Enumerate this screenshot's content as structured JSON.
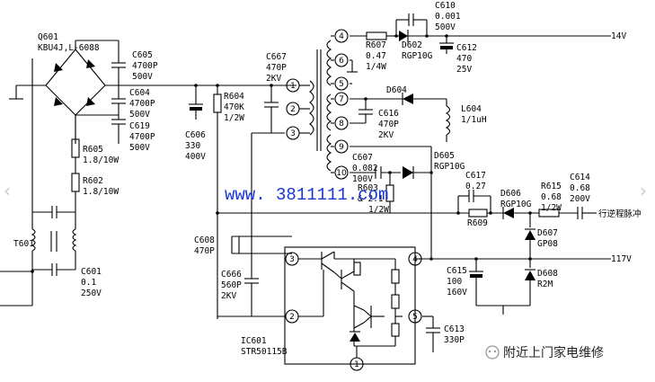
{
  "components": {
    "q601": {
      "ref": "Q601",
      "part": "KBU4J,L-6088"
    },
    "c605": {
      "ref": "C605",
      "v1": "4700P",
      "v2": "500V"
    },
    "c604": {
      "ref": "C604",
      "v1": "4700P",
      "v2": "500V"
    },
    "c619": {
      "ref": "C619",
      "v1": "4700P",
      "v2": "500V"
    },
    "c606": {
      "ref": "C606",
      "v1": "330",
      "v2": "400V"
    },
    "r604": {
      "ref": "R604",
      "v1": "470K",
      "v2": "1/2W"
    },
    "c667": {
      "ref": "C667",
      "v1": "470P",
      "v2": "2KV"
    },
    "r605": {
      "ref": "R605",
      "v1": "1.8/10W"
    },
    "r602": {
      "ref": "R602",
      "v1": "1.8/10W"
    },
    "t601": {
      "ref": "T601"
    },
    "c601": {
      "ref": "C601",
      "v1": "0.1",
      "v2": "250V"
    },
    "c608": {
      "ref": "C608",
      "v1": "470P"
    },
    "c666": {
      "ref": "C666",
      "v1": "560P",
      "v2": "2KV"
    },
    "ic601": {
      "ref": "IC601",
      "part": "STR50115B"
    },
    "c610": {
      "ref": "C610",
      "v1": "0.001",
      "v2": "500V"
    },
    "r607": {
      "ref": "R607",
      "v1": "0.47",
      "v2": "1/4W"
    },
    "d602": {
      "ref": "D602",
      "part": "RGP10G"
    },
    "c612": {
      "ref": "C612",
      "v1": "470",
      "v2": "25V"
    },
    "d604": {
      "ref": "D604"
    },
    "l604": {
      "ref": "L604",
      "v1": "1/1uH"
    },
    "c616": {
      "ref": "C616",
      "v1": "470P",
      "v2": "2KV"
    },
    "c607": {
      "ref": "C607",
      "v1": "0.082",
      "v2": "100V"
    },
    "d605": {
      "ref": "D605",
      "part": "RGP10G"
    },
    "r603": {
      "ref": "R603",
      "v1": "& 2.1",
      "v2": "1/2W"
    },
    "c617": {
      "ref": "C617",
      "v1": "0.27"
    },
    "d606": {
      "ref": "D606",
      "part": "RGP10G"
    },
    "r615": {
      "ref": "R615",
      "v1": "0.68",
      "v2": "1/2W"
    },
    "c614": {
      "ref": "C614",
      "v1": "0.68",
      "v2": "200V"
    },
    "r609": {
      "ref": "R609"
    },
    "d607": {
      "ref": "D607",
      "part": "GP08"
    },
    "c615": {
      "ref": "C615",
      "v1": "100",
      "v2": "160V"
    },
    "d608": {
      "ref": "D608",
      "part": "R2M"
    },
    "c613": {
      "ref": "C613",
      "v1": "330P"
    }
  },
  "transformer_pins": [
    "1",
    "2",
    "3",
    "4",
    "5",
    "6",
    "7",
    "8",
    "9",
    "10"
  ],
  "ic_pins": [
    "1",
    "2",
    "3",
    "4",
    "5"
  ],
  "rails": {
    "v14": "14V",
    "v117": "117V",
    "retrace": "行逆程脉冲"
  },
  "watermark": "www. 3811111.com",
  "brand": "附近上门家电维修",
  "nav": {
    "prev": "‹",
    "next": "›"
  },
  "colors": {
    "wire": "#000000",
    "watermark": "#1a35d8"
  }
}
